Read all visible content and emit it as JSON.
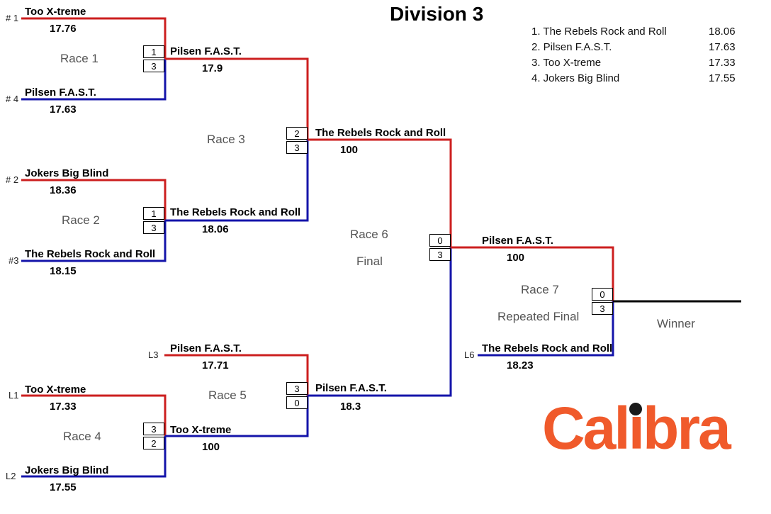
{
  "title": "Division 3",
  "colors": {
    "red": "#cc1f1f",
    "blue": "#1414aa",
    "winner_line": "#000000",
    "logo": "#f05a2b",
    "logo_dot": "#1a1a1a"
  },
  "standings": [
    {
      "label": "1. The Rebels Rock and Roll",
      "value": "18.06"
    },
    {
      "label": "2. Pilsen F.A.S.T.",
      "value": "17.63"
    },
    {
      "label": "3. Too X-treme",
      "value": "17.33"
    },
    {
      "label": "4. Jokers Big Blind",
      "value": "17.55"
    }
  ],
  "seeds": {
    "s1": "# 1",
    "s4": "# 4",
    "s2": "# 2",
    "s3": "#3",
    "l3": "L3",
    "l1": "L1",
    "l2": "L2",
    "l6": "L6"
  },
  "entries": {
    "r1_top": {
      "team": "Too X-treme",
      "time": "17.76"
    },
    "r1_bot": {
      "team": "Pilsen F.A.S.T.",
      "time": "17.63"
    },
    "r1_win": {
      "team": "Pilsen F.A.S.T.",
      "time": "17.9"
    },
    "r2_top": {
      "team": "Jokers Big Blind",
      "time": "18.36"
    },
    "r2_bot": {
      "team": "The Rebels Rock and Roll",
      "time": "18.15"
    },
    "r2_win": {
      "team": "The Rebels Rock and Roll",
      "time": "18.06"
    },
    "r3_win": {
      "team": "The Rebels Rock and Roll",
      "time": "100"
    },
    "r5_top": {
      "team": "Pilsen F.A.S.T.",
      "time": "17.71"
    },
    "r4_top": {
      "team": "Too X-treme",
      "time": "17.33"
    },
    "r4_bot": {
      "team": "Jokers Big Blind",
      "time": "17.55"
    },
    "r4_win": {
      "team": "Too X-treme",
      "time": "100"
    },
    "r5_win": {
      "team": "Pilsen F.A.S.T.",
      "time": "18.3"
    },
    "r6_win": {
      "team": "Pilsen F.A.S.T.",
      "time": "100"
    },
    "r7_bot": {
      "team": "The Rebels Rock and Roll",
      "time": "18.23"
    }
  },
  "scores": {
    "r1": [
      "1",
      "3"
    ],
    "r2": [
      "1",
      "3"
    ],
    "r3": [
      "2",
      "3"
    ],
    "r4": [
      "3",
      "2"
    ],
    "r5": [
      "3",
      "0"
    ],
    "r6": [
      "0",
      "3"
    ],
    "r7": [
      "0",
      "3"
    ]
  },
  "races": {
    "r1": "Race 1",
    "r2": "Race 2",
    "r3": "Race 3",
    "r4": "Race 4",
    "r5": "Race 5",
    "r6": "Race 6",
    "r6_sub": "Final",
    "r7": "Race 7",
    "r7_sub": "Repeated Final",
    "winner": "Winner"
  },
  "logo": {
    "text": "Calibra"
  }
}
